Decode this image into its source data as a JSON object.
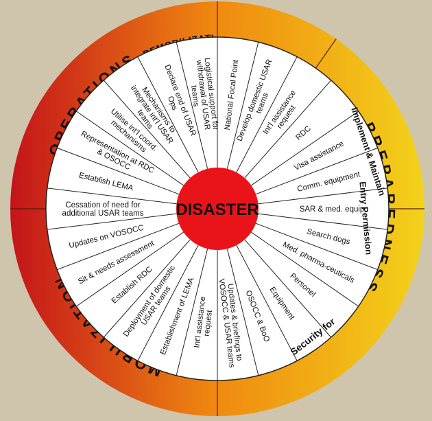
{
  "center": {
    "label": "DISASTER",
    "color": "#e8141a"
  },
  "colors": {
    "ring_red": "#c4141a",
    "ring_orange": "#f08a10",
    "ring_yellow": "#f2d21a",
    "wheel_fill": "#ffffff",
    "line": "#222222",
    "background": "#cfc5ad"
  },
  "phases": {
    "demobilization": "DEMOBILIZATION",
    "operations": "OPERATIONS",
    "mobilization": "MOBILIZATION",
    "preparedness": "PREPAREDNESS"
  },
  "groups": {
    "implement_maintain": "Implement & Maintain",
    "entry_permission": "Entry Permission",
    "security_for": "Security for"
  },
  "segments": [
    {
      "label": "National Focal Point"
    },
    {
      "label": "Develop domestic USAR teams"
    },
    {
      "label": "Int'l assistance request"
    },
    {
      "label": "RDC"
    },
    {
      "label": "Visa assistance"
    },
    {
      "label": "Comm. equipment"
    },
    {
      "label": "SAR & med. equip"
    },
    {
      "label": "Search dogs"
    },
    {
      "label": "Med. pharma-ceuticals"
    },
    {
      "label": "Personel"
    },
    {
      "label": "Equipment"
    },
    {
      "label": "OSOCC & BoO"
    },
    {
      "label": "Updates & briefings to VOSOCC & USAR teams"
    },
    {
      "label": "Int'l assistance request"
    },
    {
      "label": "Establishment of LEMA"
    },
    {
      "label": "Deployment of domestic USAR teams"
    },
    {
      "label": "Establish RDC"
    },
    {
      "label": "Sit & needs assessment"
    },
    {
      "label": "Updates on VOSOCC"
    },
    {
      "label": "Cessation of need for additional USAR teams"
    },
    {
      "label": "Establish LEMA"
    },
    {
      "label": "Representation at RDC & OSOCC"
    },
    {
      "label": "Utilise int'l coord. mechanisms"
    },
    {
      "label": "Mechanisms to integrate int'l USAR teams"
    },
    {
      "label": "Declare end of USAR Ops"
    },
    {
      "label": "Logistical support for withdrawal of USAR teams"
    }
  ]
}
